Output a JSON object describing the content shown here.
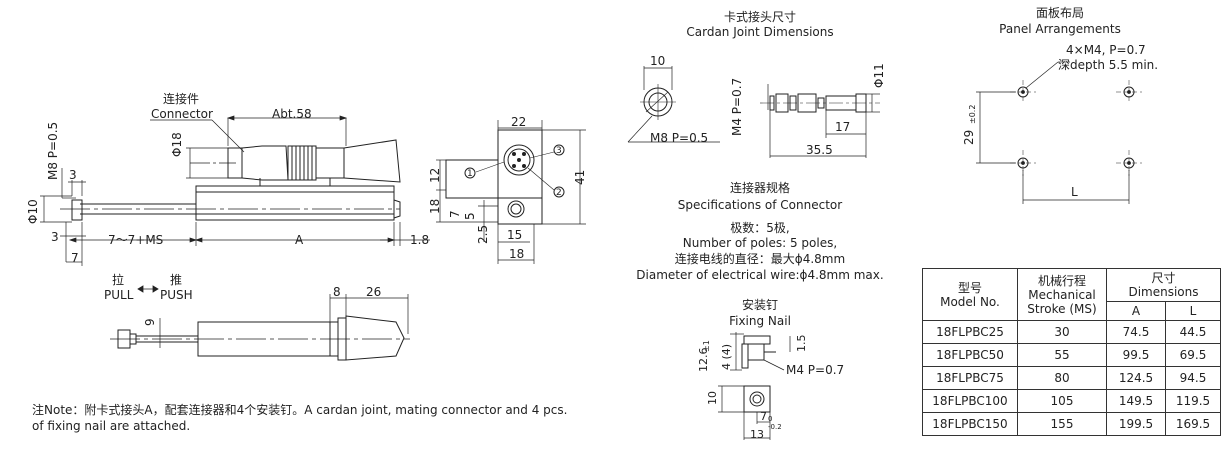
{
  "left_view": {
    "connector_cn": "连接件",
    "connector_en": "Connector",
    "abt": "Abt.58",
    "phi18": "Φ18",
    "m8": "M8  P=0.5",
    "dim3a": "3",
    "phi10": "Φ10",
    "dim3b": "3",
    "stroke": "7～7+MS",
    "dimA": "A",
    "dim18": "1.8",
    "dim7": "7",
    "pull_cn": "拉",
    "pull_en": "PULL",
    "push_cn": "推",
    "push_en": "PUSH",
    "dim8": "8",
    "dim26": "26",
    "dim9": "9"
  },
  "end_view": {
    "dim22": "22",
    "dim12": "12",
    "dim18": "18",
    "dim41": "41",
    "dim7": "7",
    "dim5": "5",
    "dim2_5": "2.5",
    "dim15": "15",
    "dim18b": "18",
    "pin1": "1",
    "pin2": "2",
    "pin3": "3"
  },
  "note": {
    "line1": "注Note：附卡式接头A，配套连接器和4个安装钉。A cardan joint, mating connector and 4 pcs.",
    "line2": "of fixing nail are attached."
  },
  "cardan": {
    "title_cn": "卡式接头尺寸",
    "title_en": "Cardan Joint Dimensions",
    "dim10": "10",
    "m8": "M8  P=0.5",
    "m4": "M4  P=0.7",
    "phi11": "Φ11",
    "dim17": "17",
    "dim35": "35.5"
  },
  "connector_spec": {
    "title_cn": "连接器规格",
    "title_en": "Specifications of Connector",
    "poles_cn": "极数：5极,",
    "poles_en": "Number of poles: 5 poles,",
    "wire_cn": "连接电线的直径：最大ϕ4.8mm",
    "wire_en": "Diameter of electrical wire:ϕ4.8mm max."
  },
  "fixing_nail": {
    "title_cn": "安装钉",
    "title_en": "Fixing Nail",
    "dim12_6": "12.6",
    "tol": "±1",
    "dim4": "4 (4)",
    "dim1_5": "1.5",
    "m4": "M4  P=0.7",
    "dim10": "10",
    "dim7": "7",
    "dim7_sub": "0",
    "dim7_sub2": "-0.2",
    "dim13": "13"
  },
  "panel": {
    "title_cn": "面板布局",
    "title_en": "Panel Arrangements",
    "m4": "4×M4, P=0.7",
    "depth": "深depth 5.5 min.",
    "dim29": "29",
    "dim29_tol": "±0.2",
    "dimL": "L"
  },
  "table": {
    "h_model_cn": "型号",
    "h_model_en": "Model No.",
    "h_stroke_cn": "机械行程",
    "h_stroke_en1": "Mechanical",
    "h_stroke_en2": "Stroke (MS)",
    "h_dim_cn": "尺寸",
    "h_dim_en": "Dimensions",
    "h_a": "A",
    "h_l": "L",
    "rows": [
      {
        "model": "18FLPBC25",
        "ms": "30",
        "a": "74.5",
        "l": "44.5"
      },
      {
        "model": "18FLPBC50",
        "ms": "55",
        "a": "99.5",
        "l": "69.5"
      },
      {
        "model": "18FLPBC75",
        "ms": "80",
        "a": "124.5",
        "l": "94.5"
      },
      {
        "model": "18FLPBC100",
        "ms": "105",
        "a": "149.5",
        "l": "119.5"
      },
      {
        "model": "18FLPBC150",
        "ms": "155",
        "a": "199.5",
        "l": "169.5"
      }
    ]
  }
}
